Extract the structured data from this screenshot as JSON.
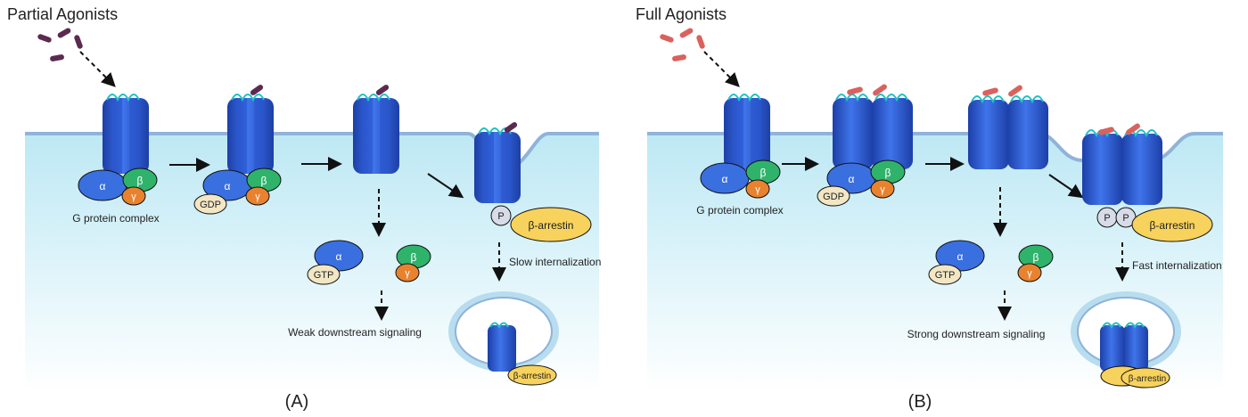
{
  "panels": [
    {
      "title": "Partial Agonists",
      "panel_label": "(A)",
      "g_protein_label": "G protein complex",
      "gdp": "GDP",
      "gtp": "GTP",
      "alpha": "α",
      "beta": "β",
      "gamma": "γ",
      "phospho": "P",
      "arrestin": "β-arrestin",
      "internalization": "Slow internalization",
      "signaling": "Weak downstream signaling",
      "ligand_color": "#5c2a4f"
    },
    {
      "title": "Full Agonists",
      "panel_label": "(B)",
      "g_protein_label": "G protein complex",
      "gdp": "GDP",
      "gtp": "GTP",
      "alpha": "α",
      "beta": "β",
      "gamma": "γ",
      "phospho": "P",
      "arrestin": "β-arrestin",
      "internalization": "Fast internalization",
      "signaling": "Strong downstream signaling",
      "ligand_color": "#d9625e"
    }
  ],
  "colors": {
    "receptor": "#2f5fd9",
    "receptor_dark": "#1c3fa8",
    "loop": "#22c1c3",
    "alpha": "#3a6fe0",
    "beta": "#2fb36b",
    "gamma": "#e8822e",
    "nucleotide": "#f2e6c4",
    "arrestin": "#f7d25c",
    "phospho": "#d8dbe8",
    "membrane": "#8fb3d9",
    "cytoplasm": "#d6f1f8"
  }
}
